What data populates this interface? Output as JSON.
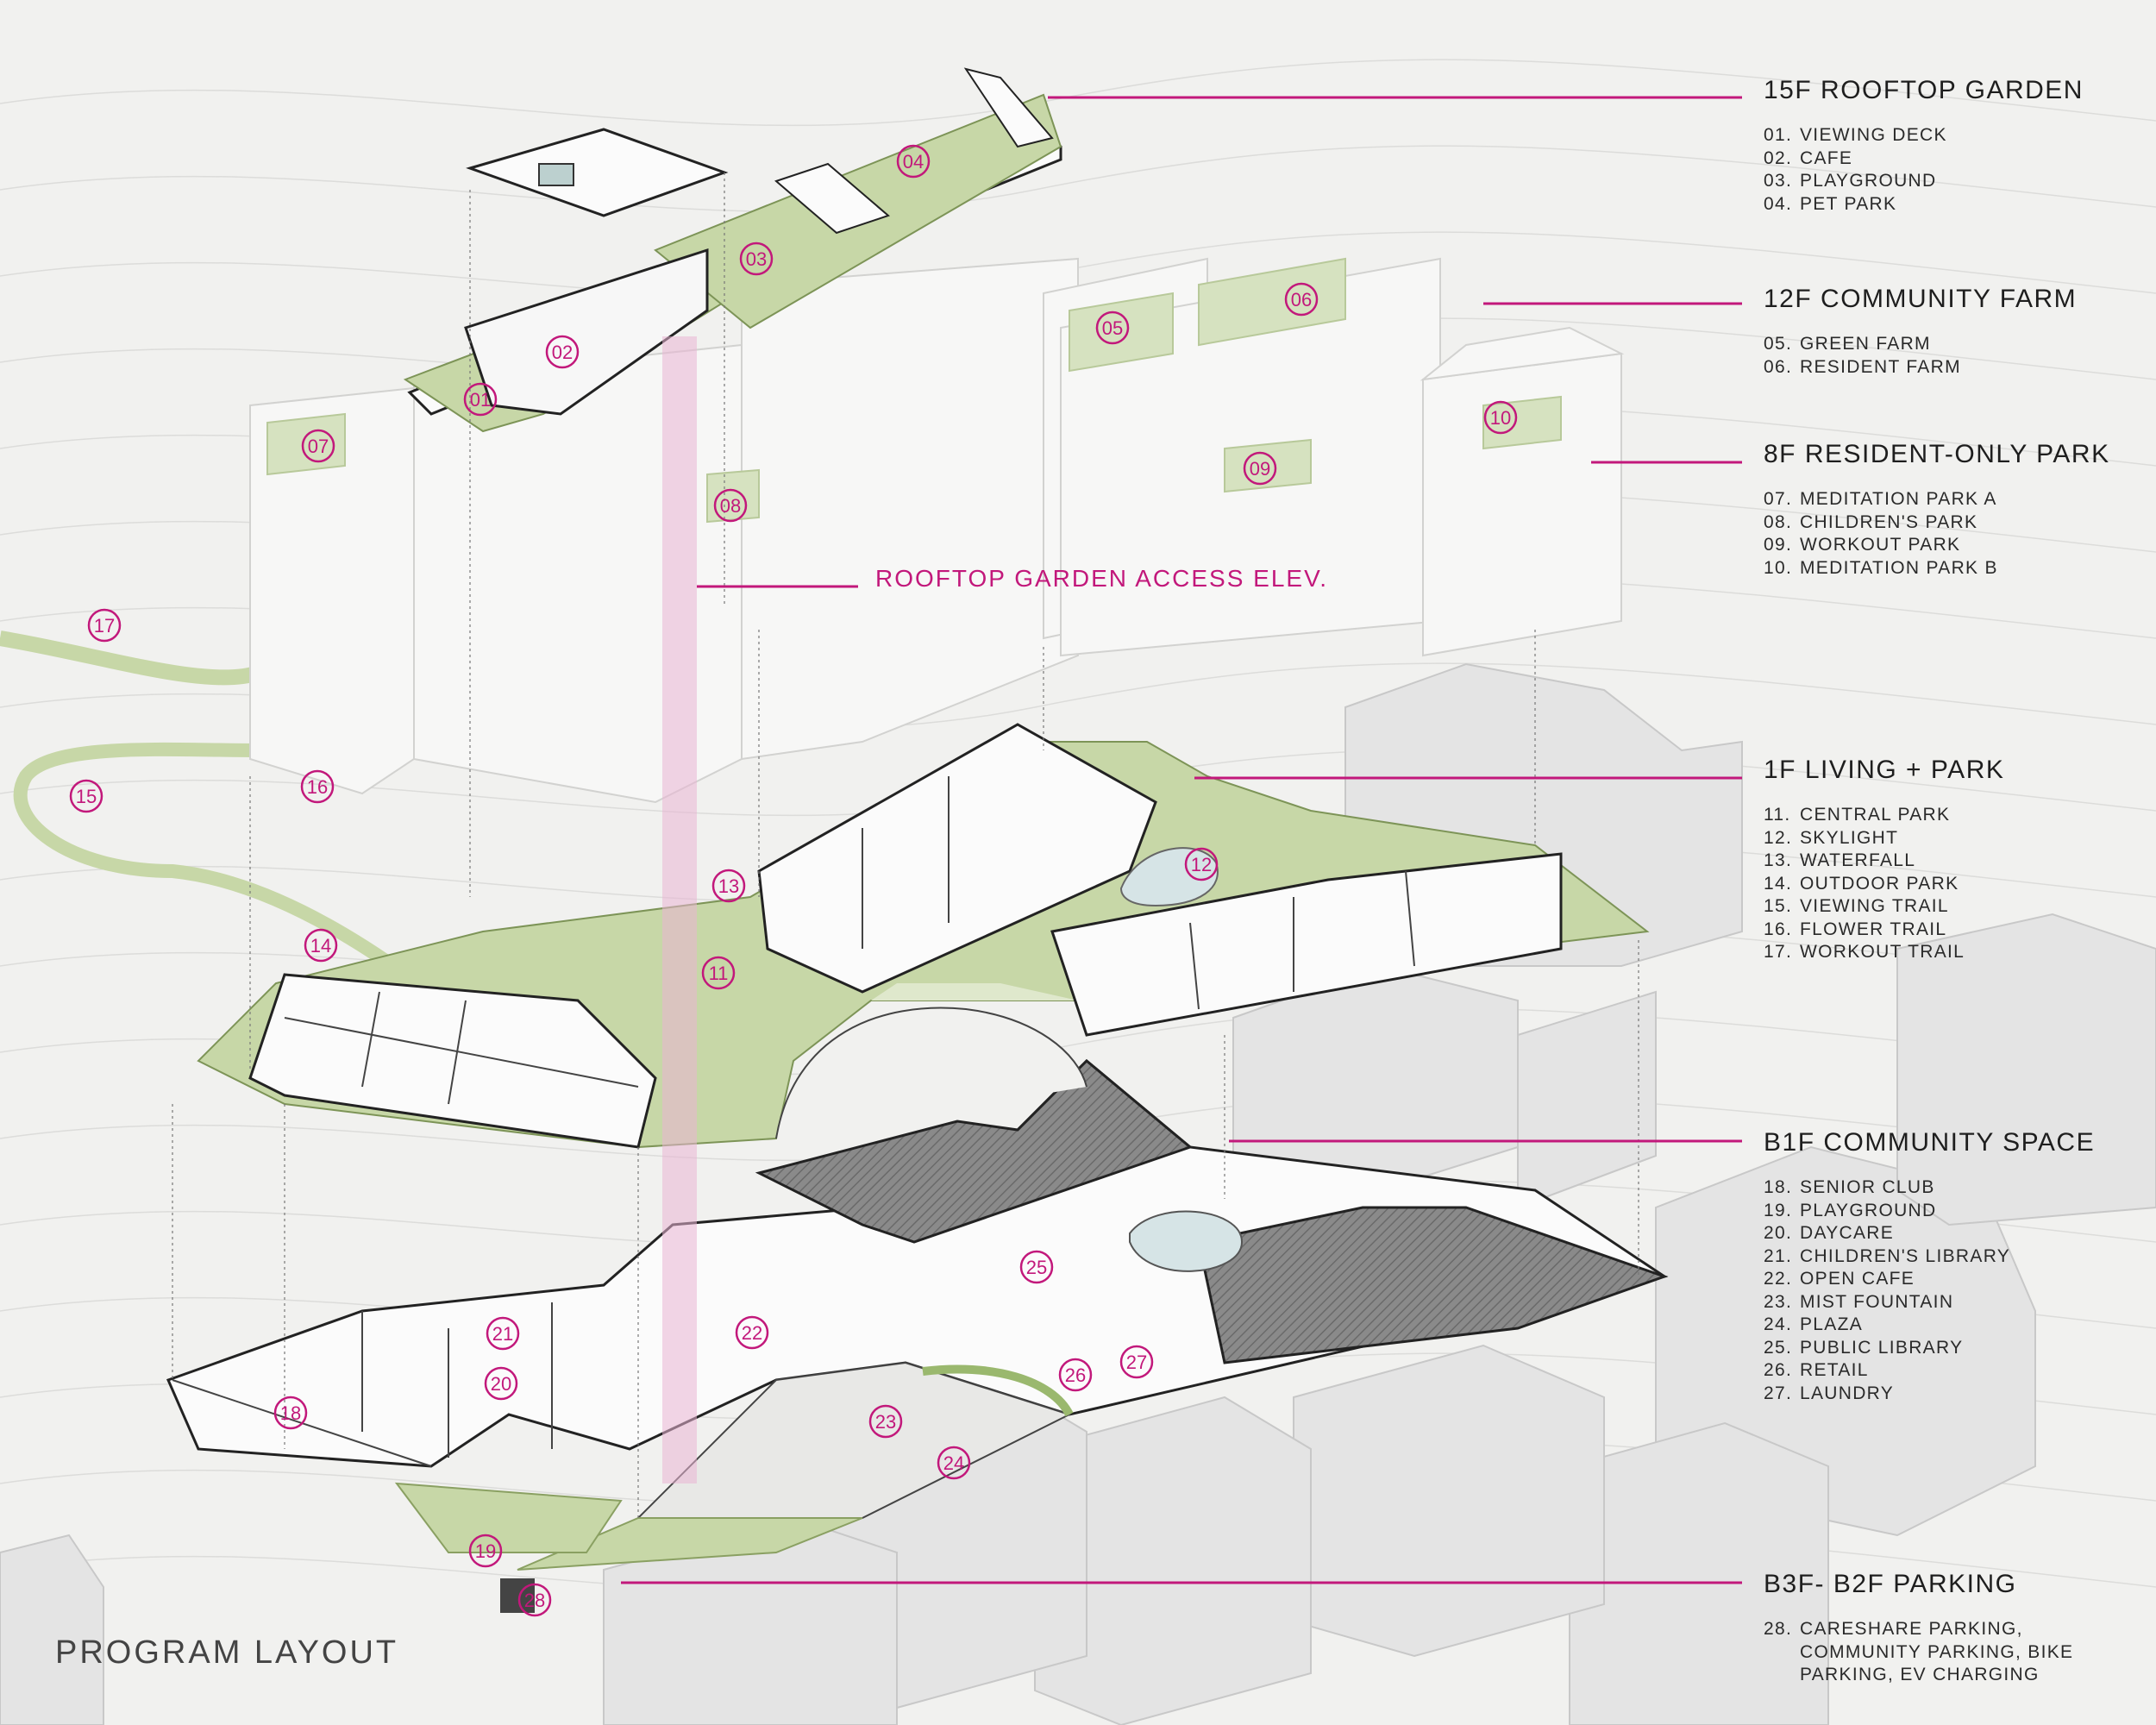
{
  "title": "PROGRAM LAYOUT",
  "elevator_label": "ROOFTOP GARDEN ACCESS ELEV.",
  "colors": {
    "accent": "#c2187b",
    "green": "#c7d7a7",
    "building": "#fafafa",
    "dark_hatch": "#777777",
    "background": "#f1f1ef"
  },
  "legend": [
    {
      "heading": "15F ROOFTOP GARDEN",
      "items": [
        {
          "num": "01.",
          "label": "VIEWING DECK"
        },
        {
          "num": "02.",
          "label": "CAFE"
        },
        {
          "num": "03.",
          "label": "PLAYGROUND"
        },
        {
          "num": "04.",
          "label": "PET PARK"
        }
      ]
    },
    {
      "heading": "12F COMMUNITY FARM",
      "items": [
        {
          "num": "05.",
          "label": "GREEN FARM"
        },
        {
          "num": "06.",
          "label": "RESIDENT FARM"
        }
      ]
    },
    {
      "heading": "8F RESIDENT-ONLY PARK",
      "items": [
        {
          "num": "07.",
          "label": "MEDITATION PARK A"
        },
        {
          "num": "08.",
          "label": "CHILDREN'S PARK"
        },
        {
          "num": "09.",
          "label": "WORKOUT PARK"
        },
        {
          "num": "10.",
          "label": "MEDITATION PARK B"
        }
      ]
    },
    {
      "heading": "1F LIVING + PARK",
      "items": [
        {
          "num": "11.",
          "label": "CENTRAL PARK"
        },
        {
          "num": "12.",
          "label": "SKYLIGHT"
        },
        {
          "num": "13.",
          "label": "WATERFALL"
        },
        {
          "num": "14.",
          "label": "OUTDOOR PARK"
        },
        {
          "num": "15.",
          "label": "VIEWING TRAIL"
        },
        {
          "num": "16.",
          "label": "FLOWER TRAIL"
        },
        {
          "num": "17.",
          "label": "WORKOUT TRAIL"
        }
      ]
    },
    {
      "heading": "B1F COMMUNITY SPACE",
      "items": [
        {
          "num": "18.",
          "label": "SENIOR CLUB"
        },
        {
          "num": "19.",
          "label": "PLAYGROUND"
        },
        {
          "num": "20.",
          "label": "DAYCARE"
        },
        {
          "num": "21.",
          "label": "CHILDREN'S LIBRARY"
        },
        {
          "num": "22.",
          "label": "OPEN CAFE"
        },
        {
          "num": "23.",
          "label": "MIST FOUNTAIN"
        },
        {
          "num": "24.",
          "label": "PLAZA"
        },
        {
          "num": "25.",
          "label": "PUBLIC LIBRARY"
        },
        {
          "num": "26.",
          "label": "RETAIL"
        },
        {
          "num": "27.",
          "label": "LAUNDRY"
        }
      ]
    },
    {
      "heading": "B3F- B2F PARKING",
      "items": [
        {
          "num": "28.",
          "label": "CARESHARE PARKING,"
        },
        {
          "num": "",
          "label": "COMMUNITY PARKING, BIKE"
        },
        {
          "num": "",
          "label": "PARKING, EV CHARGING"
        }
      ]
    }
  ],
  "markers": [
    "01",
    "02",
    "03",
    "04",
    "05",
    "06",
    "07",
    "08",
    "09",
    "10",
    "11",
    "12",
    "13",
    "14",
    "15",
    "16",
    "17",
    "18",
    "19",
    "20",
    "21",
    "22",
    "23",
    "24",
    "25",
    "26",
    "27",
    "28"
  ]
}
